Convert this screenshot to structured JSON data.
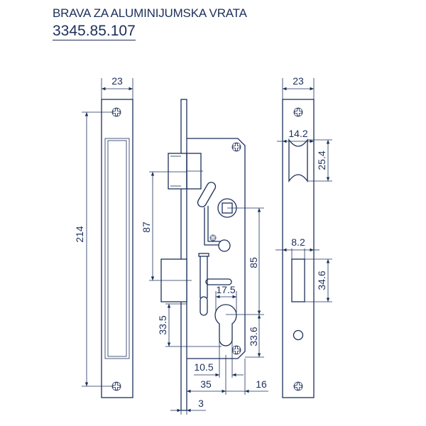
{
  "header": {
    "title": "BRAVA ZA ALUMINIJUMSKA VRATA",
    "code": "3345.85.107"
  },
  "dimensions": {
    "left_width": "23",
    "left_height": "214",
    "backset_handle": "87",
    "handle_to_cylinder": "85",
    "cylinder_width": "17.5",
    "cylinder_top": "33.5",
    "cylinder_depth": "33.6",
    "cylinder_narrow": "10.5",
    "backset": "35",
    "rear": "16",
    "faceplate_thickness": "3",
    "right_width": "23",
    "latch_width": "14.2",
    "latch_height": "25.4",
    "bolt_width": "8.2",
    "bolt_height": "34.6"
  },
  "colors": {
    "line": "#1c2f5a"
  }
}
